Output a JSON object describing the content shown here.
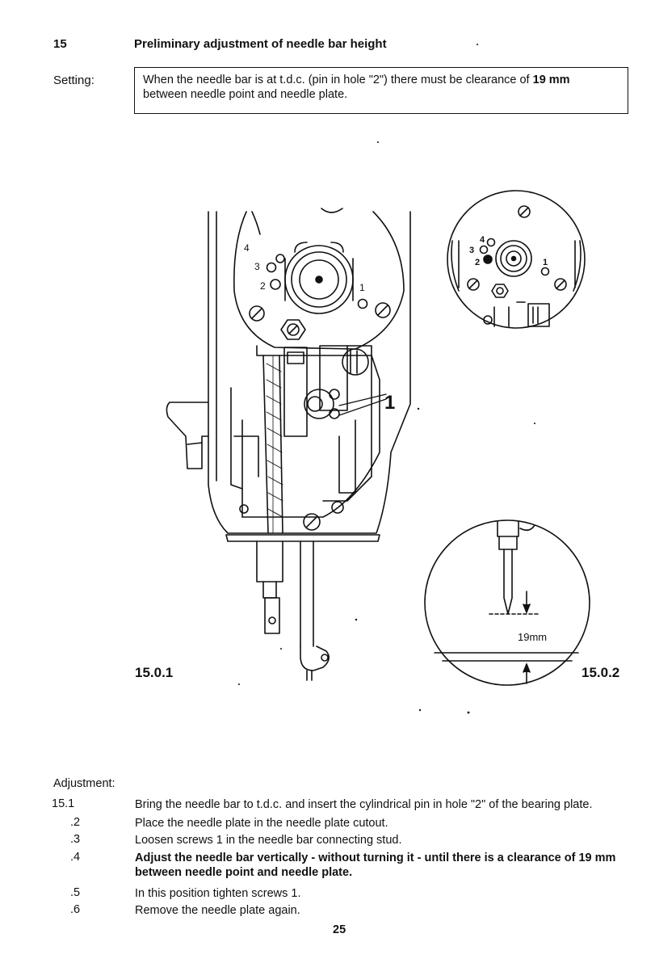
{
  "header": {
    "section_number": "15",
    "title": "Preliminary adjustment of needle bar height"
  },
  "setting": {
    "label": "Setting:",
    "text_part1": "When the needle bar is at t.d.c. (pin in hole \"2\") there must be clearance of ",
    "text_bold": "19 mm",
    "text_part2": "between needle point and needle plate."
  },
  "figures": {
    "left_label": "15.0.1",
    "right_label": "15.0.2",
    "callout_screws": "1",
    "hole_labels": [
      "1",
      "2",
      "3",
      "4"
    ],
    "dimension_label": "19mm"
  },
  "adjustment": {
    "label": "Adjustment:",
    "steps": [
      {
        "num": "15.1",
        "text": "Bring the needle bar to t.d.c. and insert the cylindrical pin in hole \"2\" of the bearing plate."
      },
      {
        "num": ".2",
        "text": "Place the needle plate in the needle plate cutout."
      },
      {
        "num": ".3",
        "text": "Loosen screws 1 in the needle bar connecting stud."
      },
      {
        "num": ".4",
        "text": "Adjust the needle bar vertically - without turning it - until there is a clearance of 19 mm between needle point and needle plate."
      },
      {
        "num": ".5",
        "text": "In this position tighten screws 1."
      },
      {
        "num": ".6",
        "text": "Remove the needle plate again."
      }
    ]
  },
  "page_number": "25"
}
